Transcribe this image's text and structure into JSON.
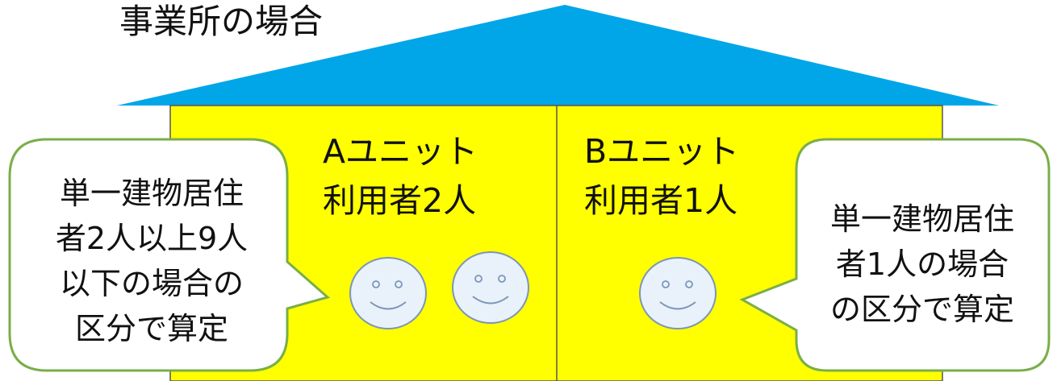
{
  "title": "事業所の場合",
  "units": [
    {
      "name": "Aユニット",
      "users": "利用者2人"
    },
    {
      "name": "Bユニット",
      "users": "利用者1人"
    }
  ],
  "callouts": [
    {
      "lines": [
        "単一建物居住",
        "者2人以上9人",
        "以下の場合の",
        "区分で算定"
      ]
    },
    {
      "lines": [
        "単一建物居住",
        "者1人の場合",
        "の区分で算定"
      ]
    }
  ],
  "colors": {
    "roof": "#00A6E8",
    "building": "#FFFF00",
    "bubble_border": "#7AAE48",
    "face_stroke": "#7C96B8",
    "face_fill": "#E9F1FA"
  }
}
